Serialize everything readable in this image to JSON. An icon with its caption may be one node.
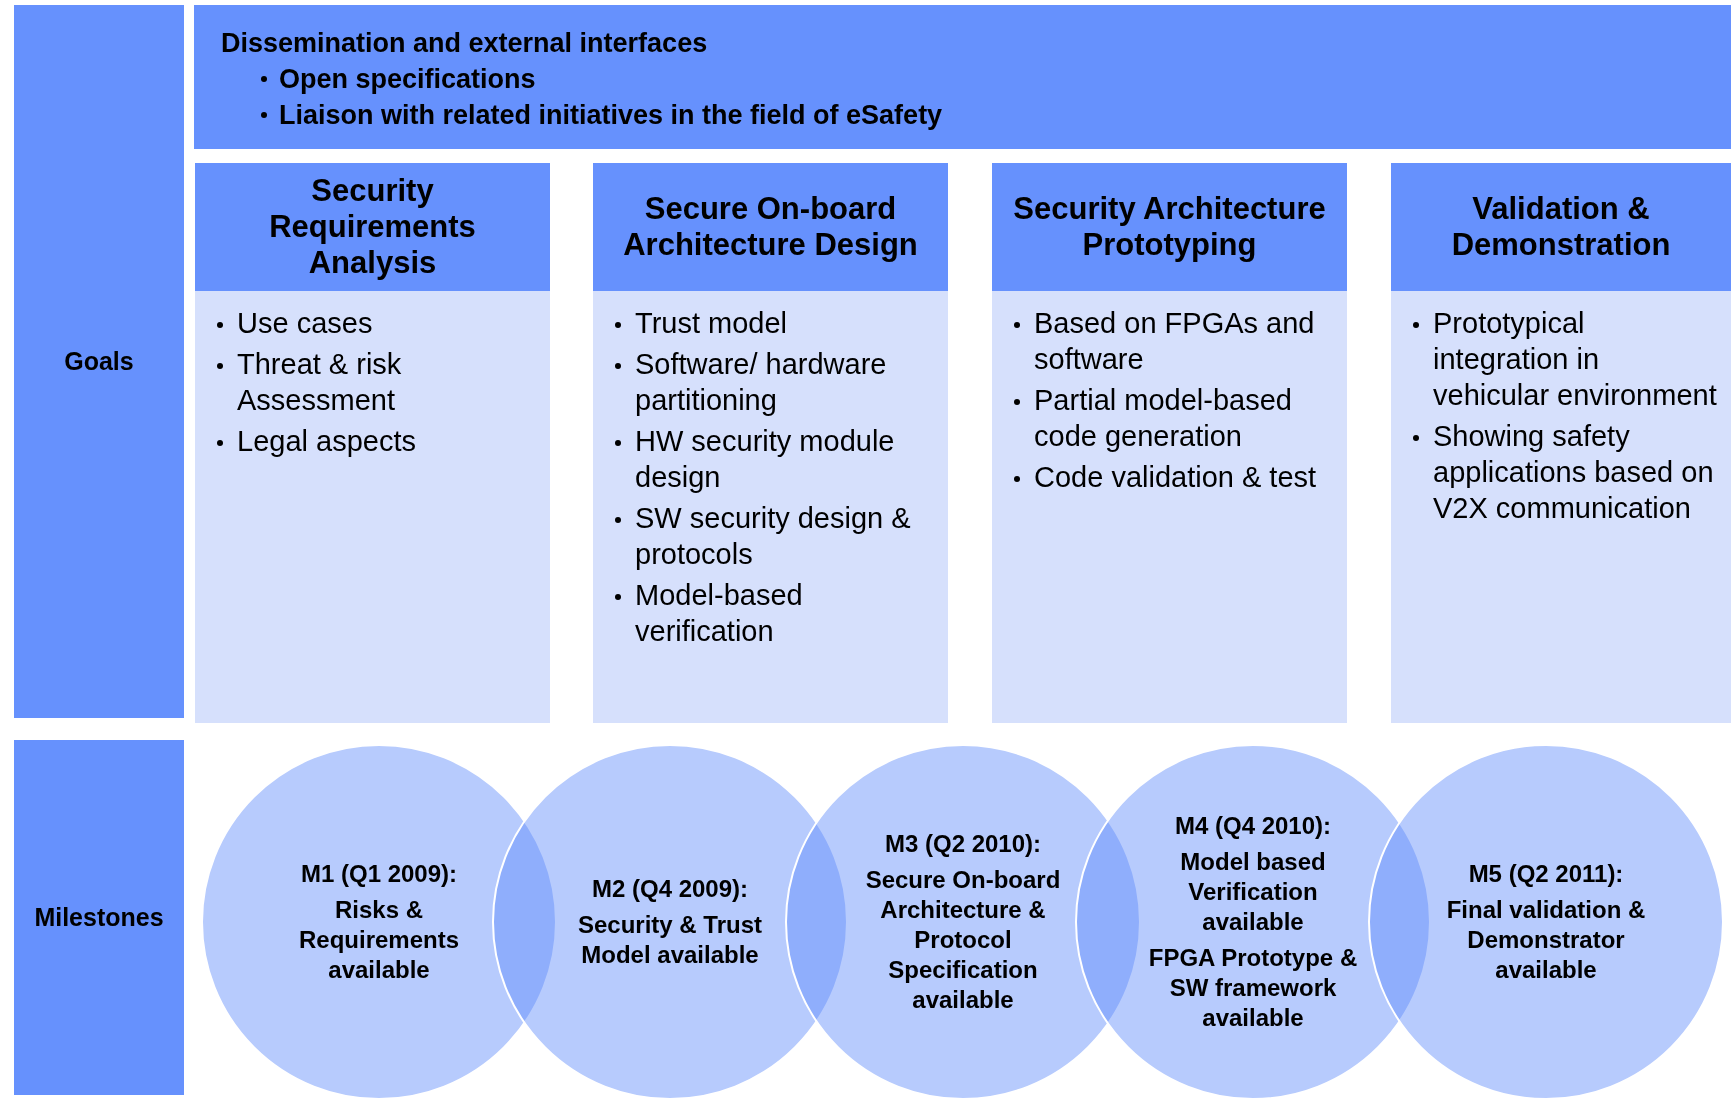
{
  "diagram": {
    "nodes": [
      {
        "text": [
          "Goals"
        ]
      },
      {
        "text": [
          "Dissemination and external interfaces",
          "Open specifications",
          "Liaison with related initiatives in the field of eSafety"
        ]
      },
      {
        "text": [
          "Security Requirements Analysis",
          "Use cases",
          "Threat & risk Assessment",
          "Legal aspects"
        ]
      },
      {
        "text": [
          "Secure On-board Architecture Design",
          "Trust model",
          "Software/ hardware partitioning",
          "HW security module design",
          "SW security design & protocols",
          "Model-based verification"
        ]
      },
      {
        "text": [
          "Security Architecture Prototyping",
          "Based on FPGAs and software",
          "Partial model-based code generation",
          "Code validation & test"
        ]
      },
      {
        "text": [
          "Validation & Demonstration",
          "Prototypical integration in vehicular environment",
          "Showing safety applications based on V2X communication"
        ]
      },
      {
        "text": [
          "Milestones"
        ]
      },
      {
        "text": [
          "M1 (Q1 2009):",
          "Risks & Requirements available"
        ]
      },
      {
        "text": [
          "M2 (Q4 2009):",
          "Security & Trust Model available"
        ]
      },
      {
        "text": [
          "M3 (Q2 2010):",
          "Secure On-board Architecture & Protocol Specification available"
        ]
      },
      {
        "text": [
          "M4 (Q4 2010):",
          "Model based Verification available",
          "FPGA Prototype & SW framework available"
        ]
      },
      {
        "text": [
          "M5 (Q2 2011):",
          "Final validation & Demonstrator available"
        ]
      }
    ],
    "edges": []
  }
}
